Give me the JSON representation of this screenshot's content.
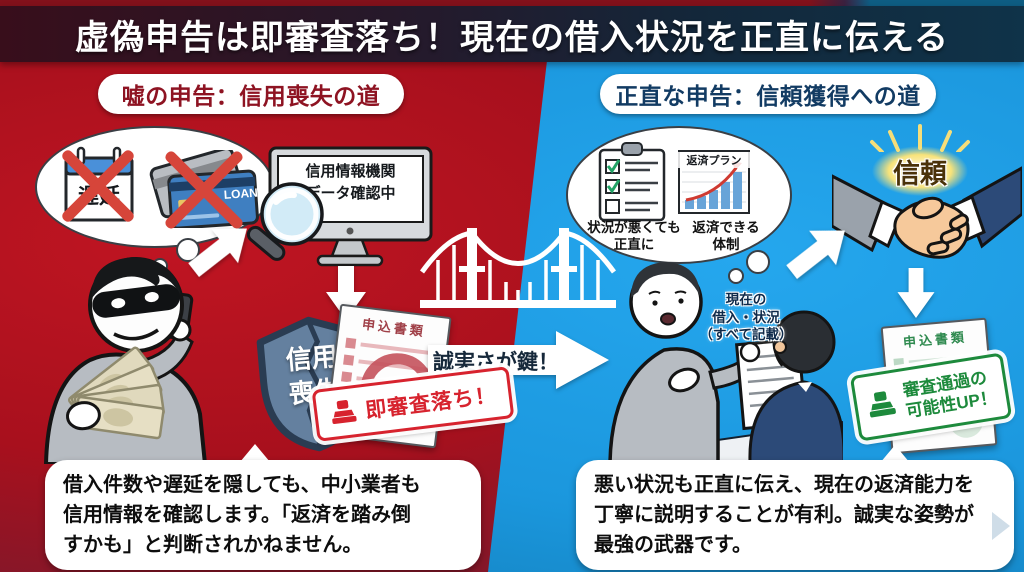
{
  "banner": {
    "title": "虚偽申告は即審査落ち！現在の借入状況を正直に伝える"
  },
  "left_panel": {
    "header": "嘘の申告：信用喪失の道",
    "thought_calendar_label": "遅延",
    "thought_card_label": "LOAN",
    "monitor_text": "信用情報機関\nデータ確認中",
    "shield_label": "信用\n喪失",
    "document_title": "申込書類",
    "reject_stamp_label": "即審査落ち！",
    "caption": "借入件数や遅延を隠しても、中小業者も\n信用情報を確認します。「返済を踏み倒\nすかも」と判断されかねません。"
  },
  "center": {
    "bridge_arrow_label": "誠実さが鍵！"
  },
  "right_panel": {
    "header": "正直な申告：信頼獲得への道",
    "thought_checklist_label": "状況が悪くても\n正直に",
    "thought_chart_title": "返済プラン",
    "thought_chart_label": "返済できる\n体制",
    "conversation_note": "現在の\n借入・状況\n（すべて記載）",
    "trust_badge_label": "信頼",
    "document_title": "申込書類",
    "approve_stamp_label": "審査通過の\n可能性UP！",
    "caption": "悪い状況も正直に伝え、現在の返済能力を\n丁寧に説明することが有利。誠実な姿勢が\n最強の武器です。"
  },
  "colors": {
    "left_bg": "#a8101d",
    "right_bg": "#1b97dd",
    "banner_bg": "#1b2433",
    "reject_red": "#d7232e",
    "approve_green": "#1d8a3c",
    "trust_yellow": "#f8e37a",
    "shield_blue": "#64809f",
    "header_text_red": "#8e1322",
    "header_text_navy": "#123b63"
  }
}
